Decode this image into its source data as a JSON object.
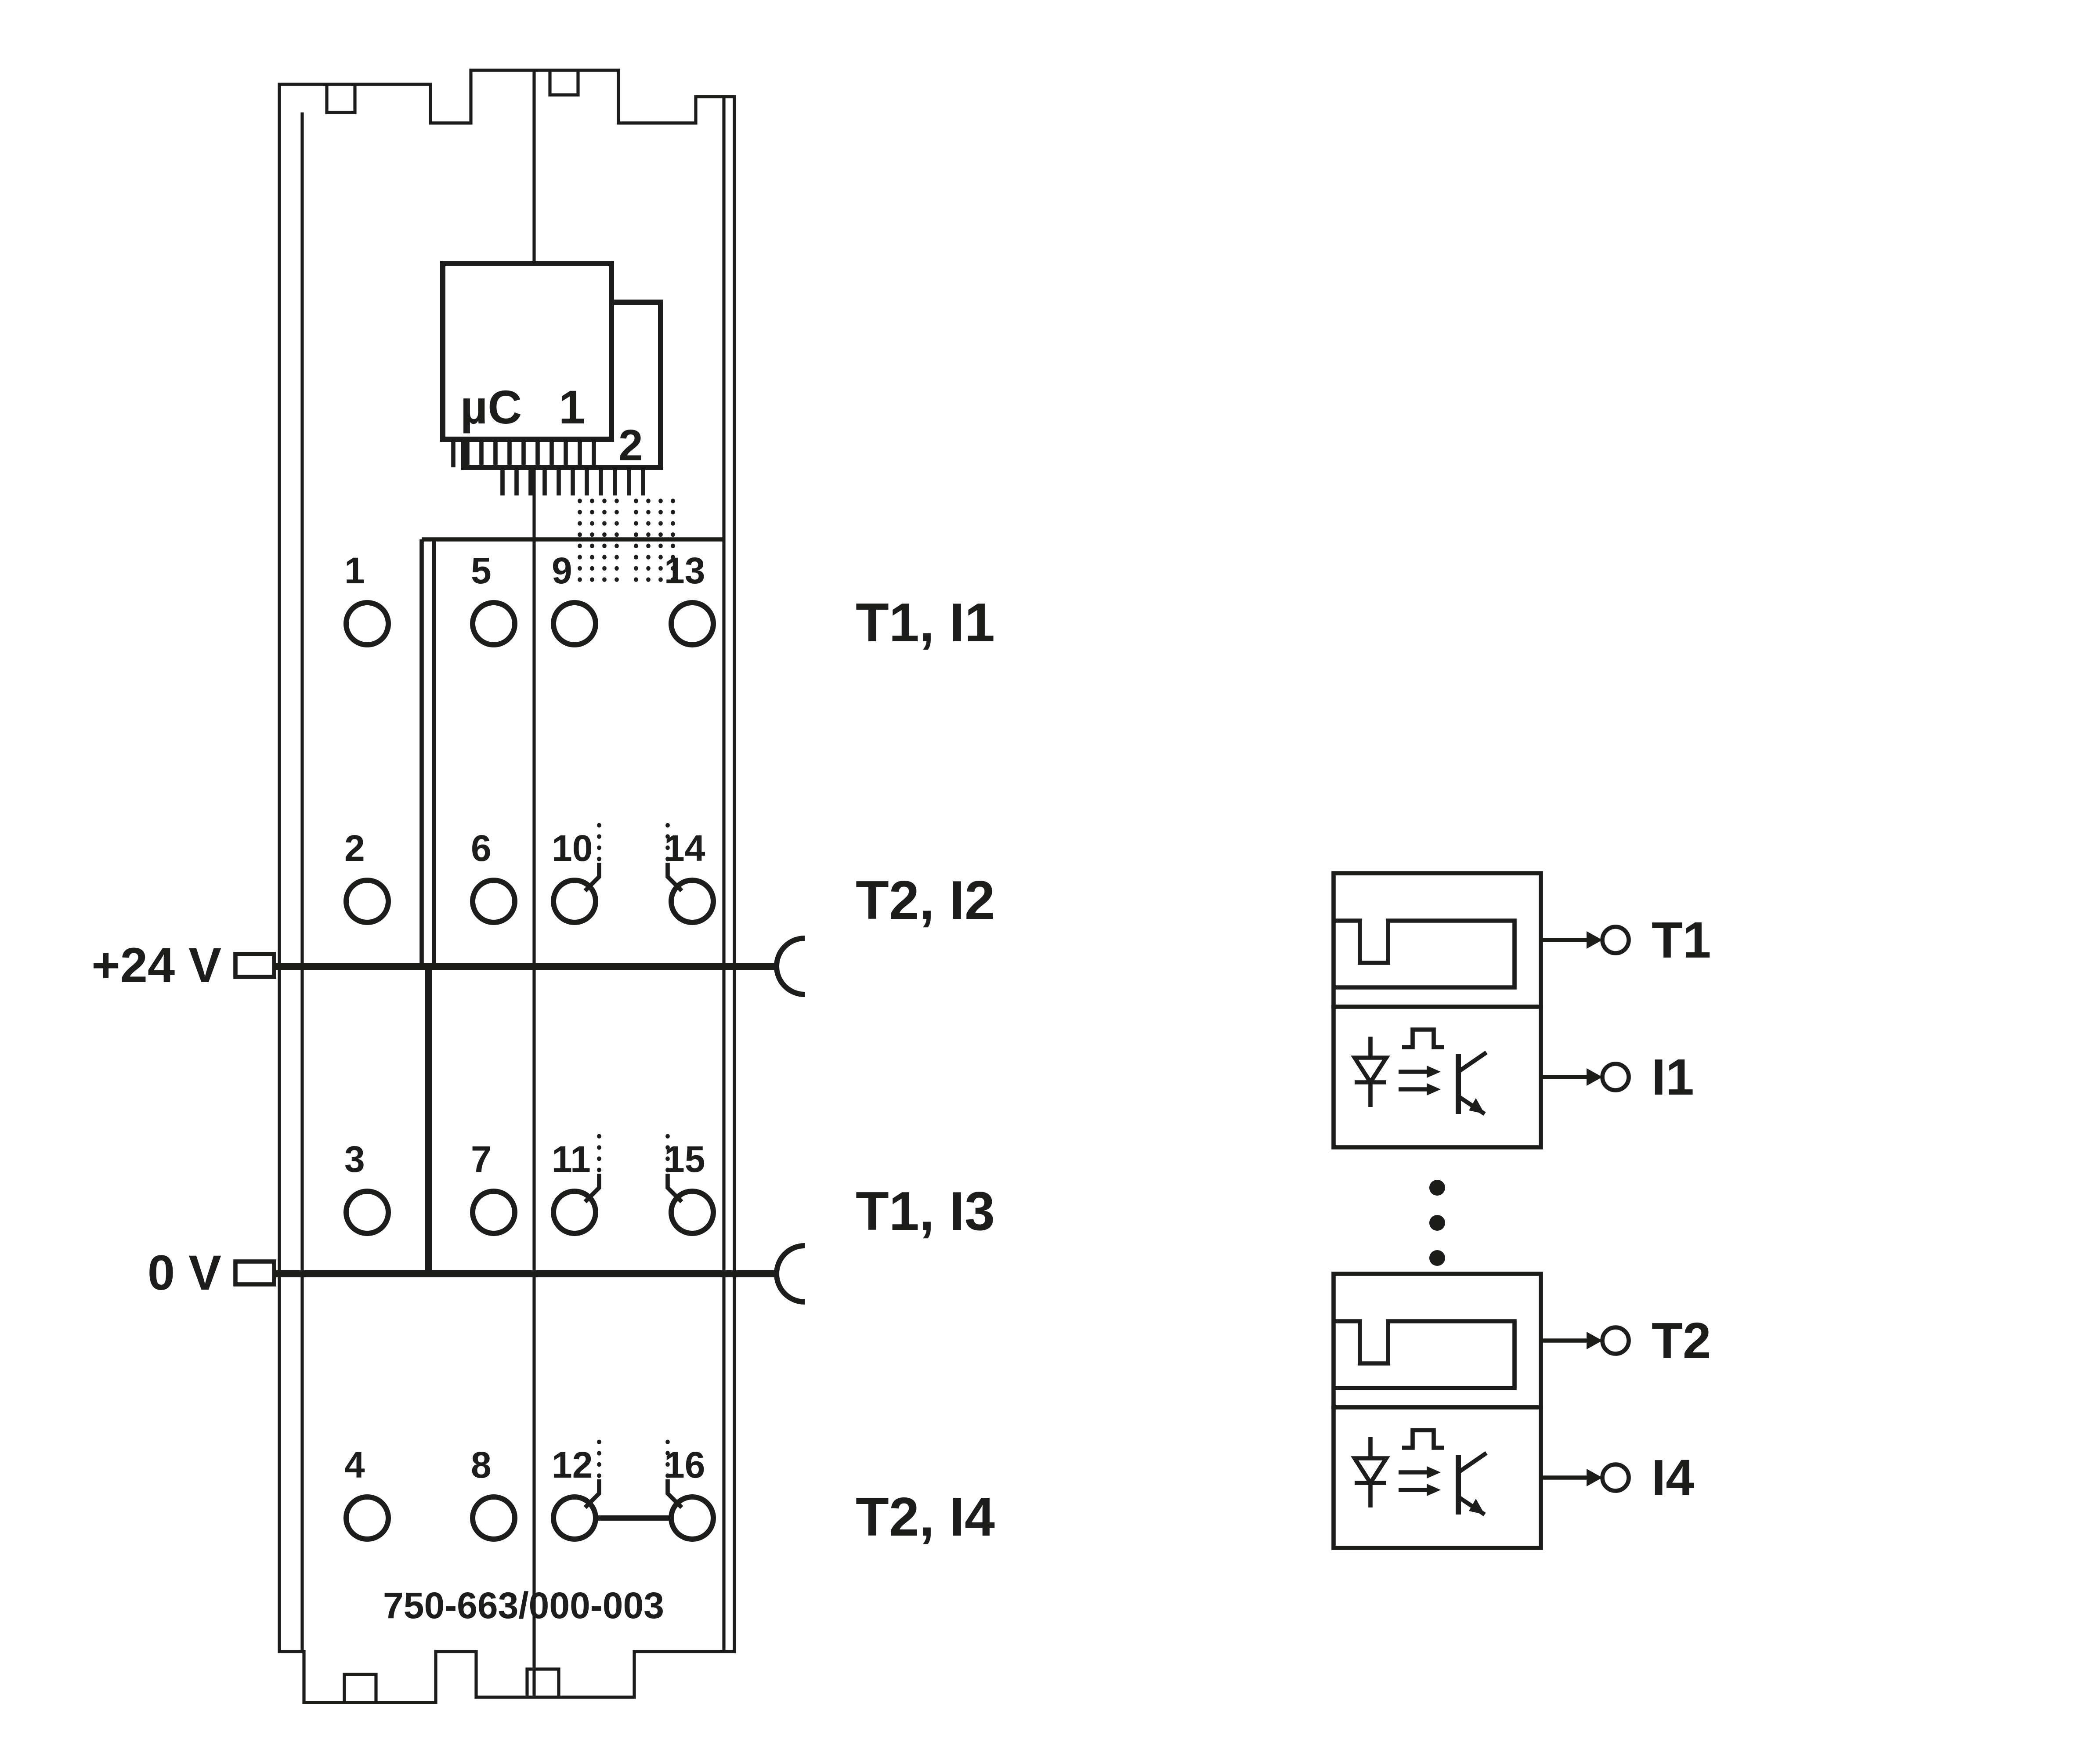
{
  "diagram": {
    "module": {
      "uc_label": "µC",
      "uc_num1": "1",
      "uc_num2": "2",
      "part_number": "750-663/000-003",
      "power_labels": {
        "plus": "+24 V",
        "minus": "0 V"
      },
      "rows": [
        {
          "contacts": [
            "1",
            "5",
            "9",
            "13"
          ],
          "signal": "T1, I1"
        },
        {
          "contacts": [
            "2",
            "6",
            "10",
            "14"
          ],
          "signal": "T2, I2"
        },
        {
          "contacts": [
            "3",
            "7",
            "11",
            "15"
          ],
          "signal": "T1, I3"
        },
        {
          "contacts": [
            "4",
            "8",
            "12",
            "16"
          ],
          "signal": "T2, I4"
        }
      ]
    },
    "channel_detail": {
      "channels": [
        {
          "timer_output": "T1",
          "input": "I1"
        },
        {
          "timer_output": "T2",
          "input": "I4"
        }
      ]
    },
    "colors": {
      "line": "#1d1d1b",
      "background": "#ffffff"
    }
  }
}
